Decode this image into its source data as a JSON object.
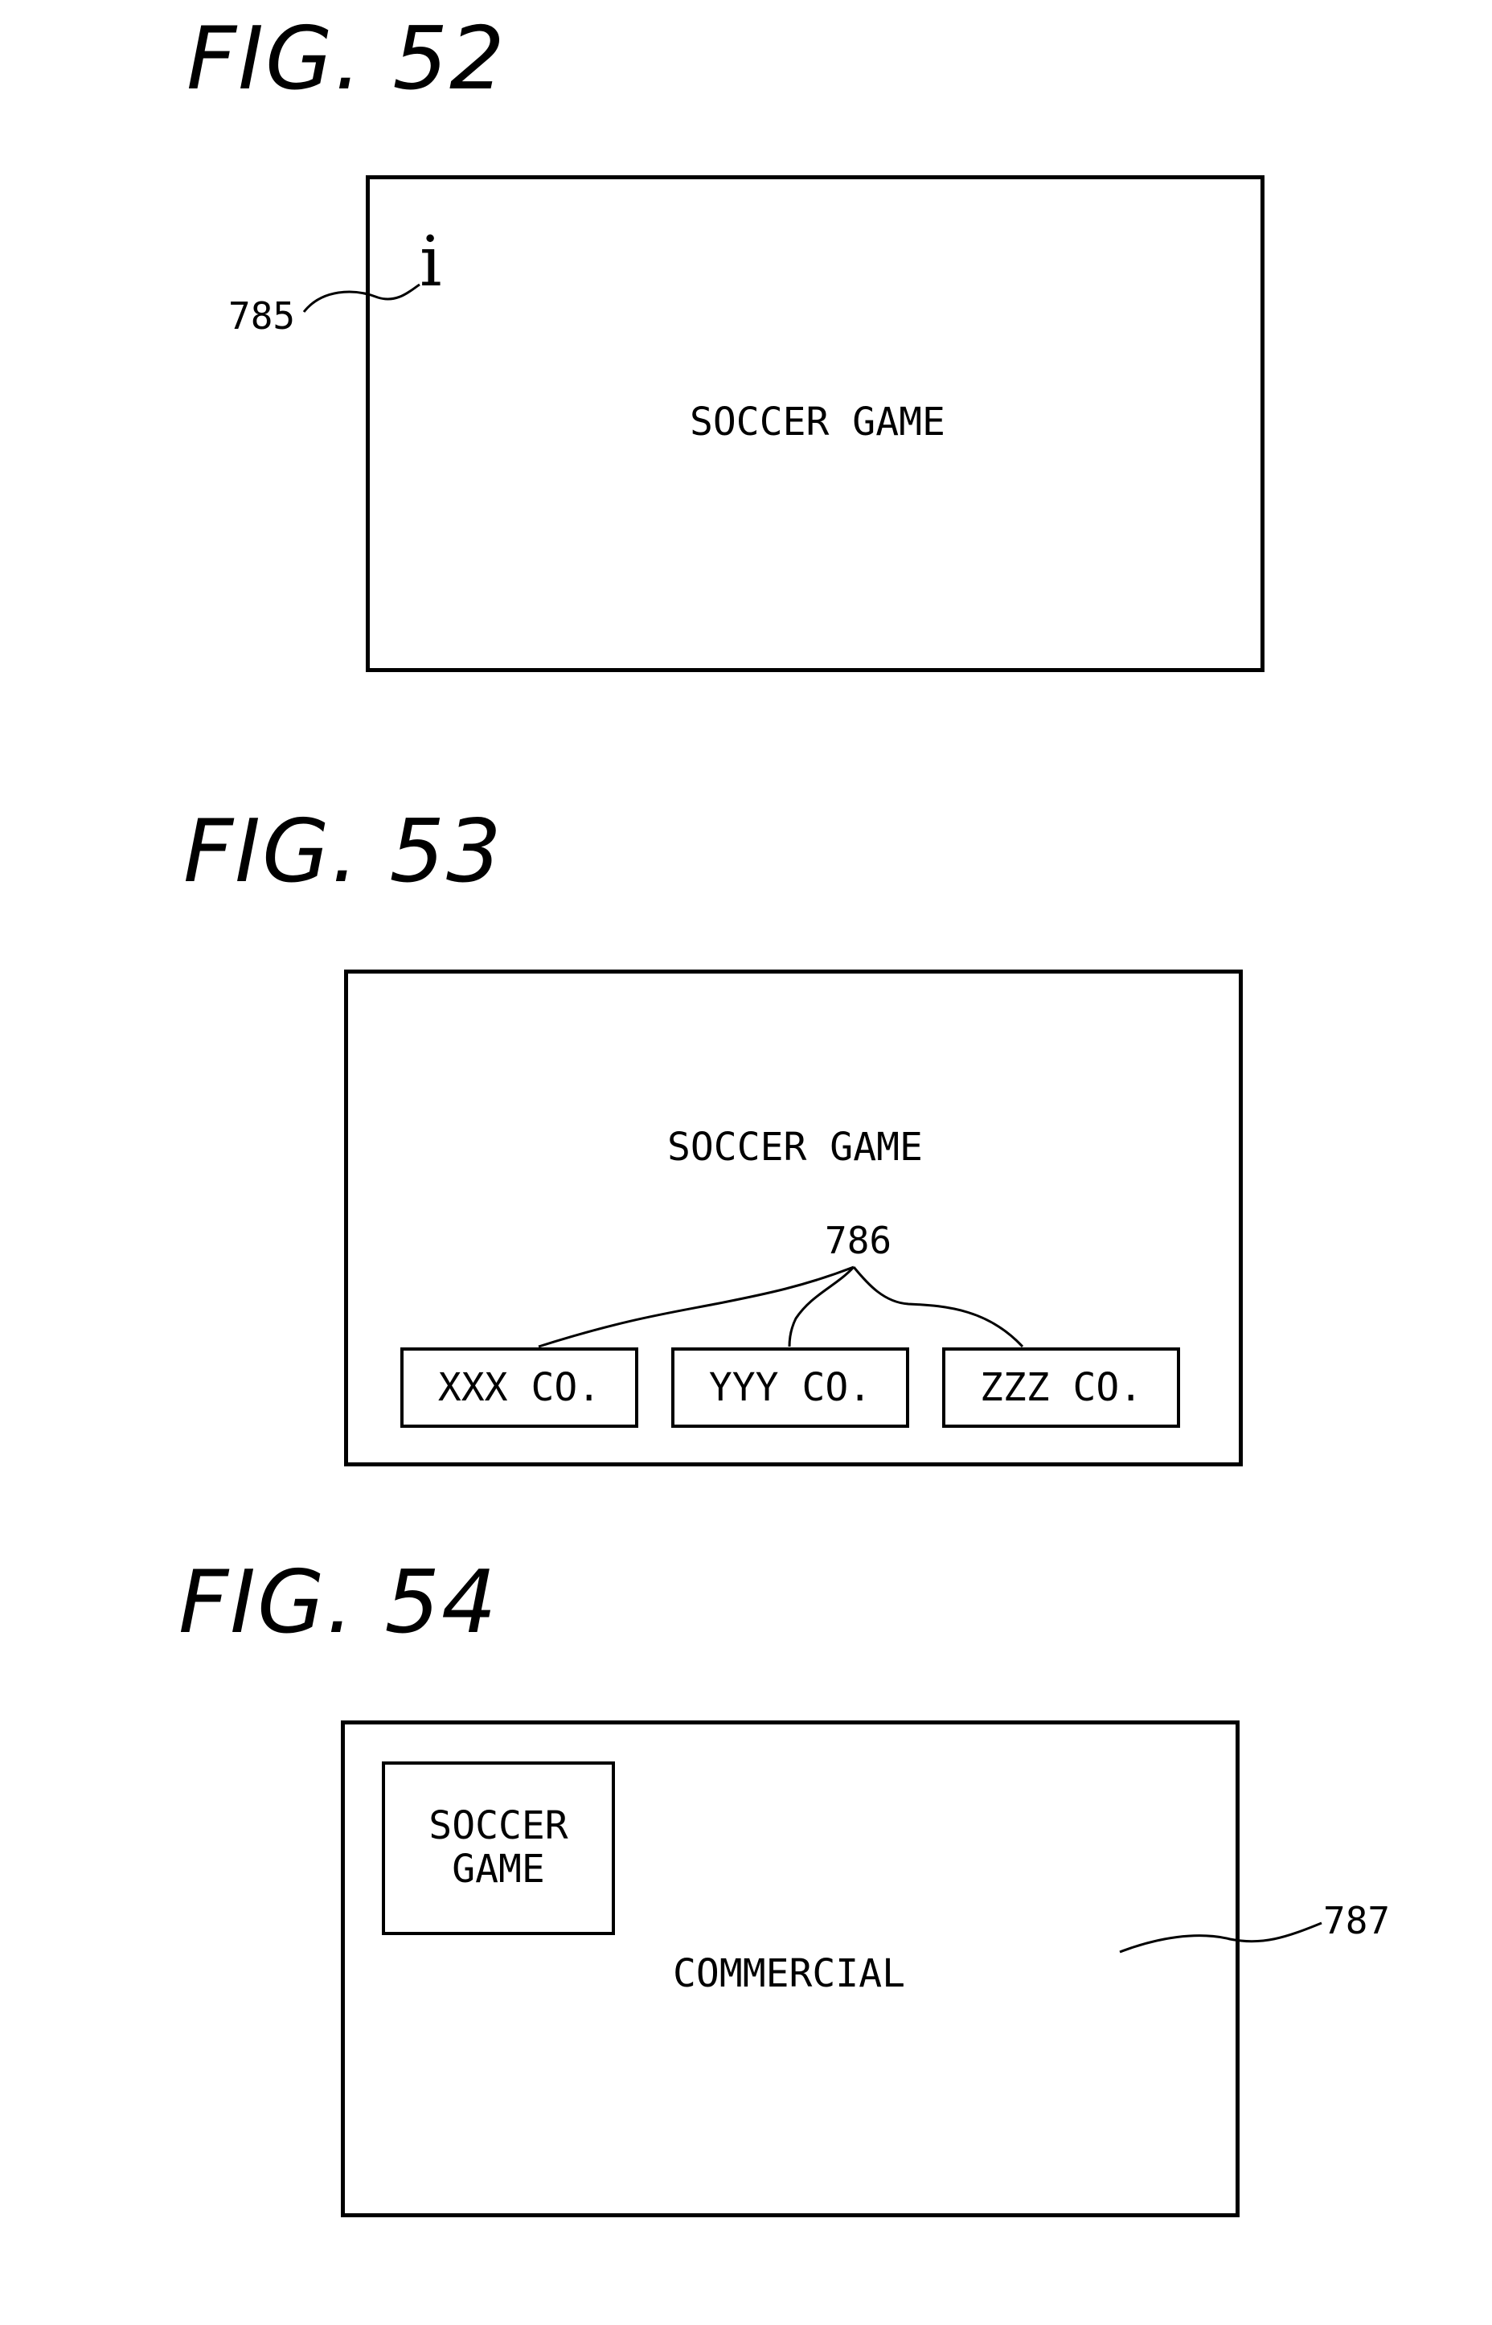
{
  "figures": [
    {
      "title": "FIG. 52",
      "screen_text": "SOCCER GAME",
      "icon": {
        "glyph": "i",
        "semantic": "info-icon"
      },
      "ref_number": "785"
    },
    {
      "title": "FIG. 53",
      "screen_text": "SOCCER GAME",
      "ref_number": "786",
      "sponsors": [
        "XXX CO.",
        "YYY CO.",
        "ZZZ CO."
      ]
    },
    {
      "title": "FIG. 54",
      "screen_text": "COMMERCIAL",
      "pip_lines": [
        "SOCCER",
        "GAME"
      ],
      "ref_number": "787"
    }
  ]
}
